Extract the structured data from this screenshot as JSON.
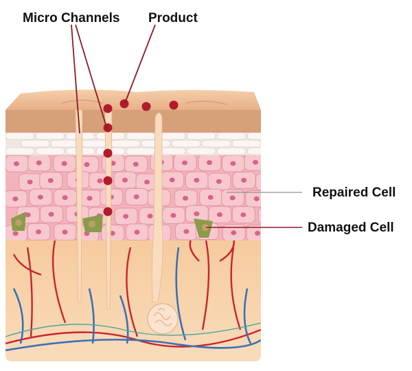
{
  "labels": {
    "micro_channels": "Micro Channels",
    "product": "Product",
    "repaired_cell": "Repaired Cell",
    "damaged_cell": "Damaged Cell"
  },
  "colors": {
    "surface": "#f2c39a",
    "stratum": "#d9a277",
    "white_layer": "#f6eeea",
    "cell_fill": "#f7c9cf",
    "cell_stroke": "#e59aa6",
    "nucleus": "#d8628a",
    "dermis": "#f7d3a8",
    "product_dot": "#b31b2b",
    "leader_line": "#8b1a24",
    "artery": "#c8242e",
    "vein": "#3b6fb6",
    "damaged": "#8a9b4a"
  }
}
